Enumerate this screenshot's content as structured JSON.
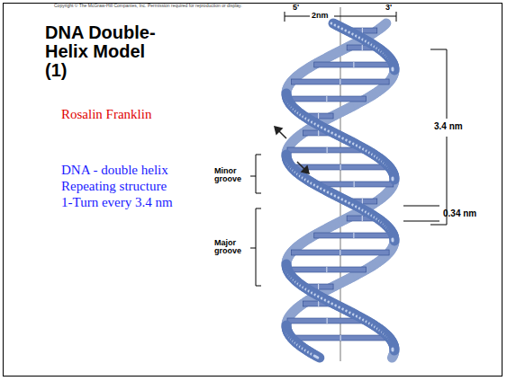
{
  "diagram": {
    "title": "DNA Double-Helix Model (1)",
    "labels": [
      "Copyright © The McGraw-Hill Companies, Inc. Permission required for reproduction or display.",
      "Rosalin Franklin",
      "DNA - double helix",
      "Repeating structure",
      "1-Turn every 3.4 nm",
      "5'",
      "2nm",
      "3'",
      "3.4 nm",
      "0.34 nm",
      "Minor groove",
      "Major groove"
    ]
  }
}
